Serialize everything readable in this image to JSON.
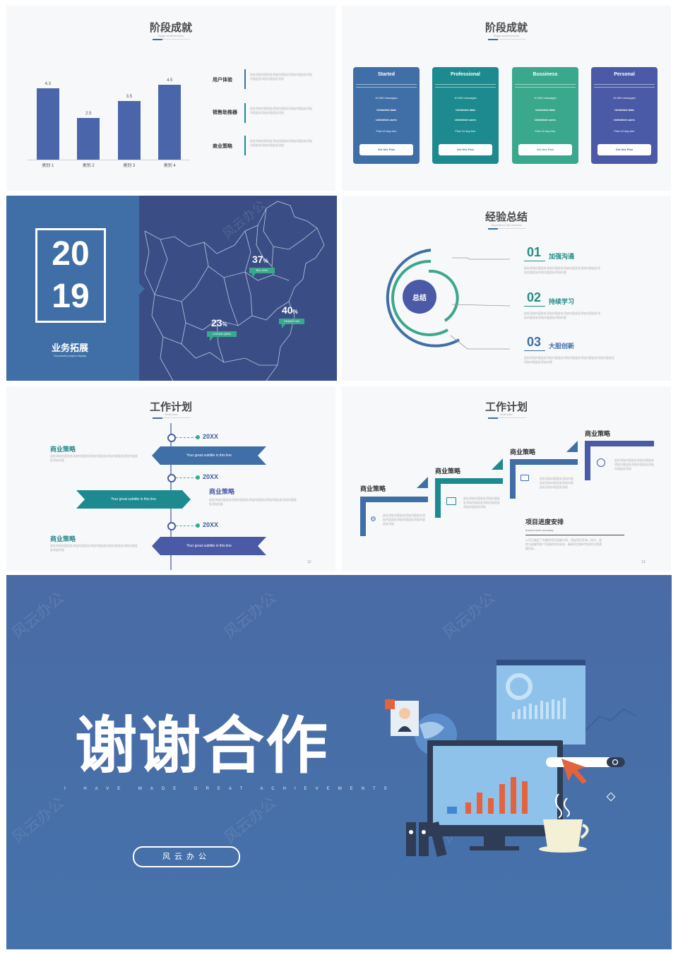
{
  "watermark": "风云办公",
  "slide1": {
    "title": "阶段成就",
    "subtitle": "Stage achievements",
    "chart_data": {
      "type": "bar",
      "categories": [
        "类别 1",
        "类别 2",
        "类别 3",
        "类别 4"
      ],
      "values": [
        4.3,
        2.5,
        3.5,
        4.5
      ],
      "ylim": [
        0,
        5
      ]
    },
    "items": [
      {
        "label": "用户体验",
        "desc": "此处添加内容此处添加内容此处添加内容此处添加内容此处添加内容此处添加"
      },
      {
        "label": "销售助推器",
        "desc": "此处添加内容此处添加内容此处添加内容此处添加内容此处添加内容此处添加"
      },
      {
        "label": "商业策略",
        "desc": "此处添加内容此处添加内容此处添加内容此处添加内容此处添加内容此处添加"
      }
    ]
  },
  "slide2": {
    "title": "阶段成就",
    "subtitle": "Stage achievements",
    "plans": [
      {
        "name": "Started",
        "color": "#3f6fa6",
        "r1": "10,000 messages",
        "r2": "Unlimited data",
        "r3": "Unlimited users",
        "r4": "First 10 day free",
        "btn": "Get this Plan"
      },
      {
        "name": "Professional",
        "color": "#1d8a8f",
        "r1": "10,000 messages",
        "r2": "Unlimited data",
        "r3": "Unlimited users",
        "r4": "First 10 day free",
        "btn": "Get this Plan"
      },
      {
        "name": "Bussiness",
        "color": "#3aa88c",
        "r1": "10,000 messages",
        "r2": "Unlimited data",
        "r3": "Unlimited users",
        "r4": "First 10 day free",
        "btn": "Get this Plan"
      },
      {
        "name": "Personal",
        "color": "#4a5aa6",
        "r1": "10,000 messages",
        "r2": "Unlimited data",
        "r3": "Unlimited users",
        "r4": "First 10 day free",
        "btn": "Get this Plan"
      }
    ]
  },
  "slide3": {
    "year_top": "20",
    "year_bottom": "19",
    "title": "业务拓展",
    "subtitle": "Successful project display",
    "markers": [
      {
        "pct": "37",
        "unit": "%",
        "city": "BEI JING"
      },
      {
        "pct": "23",
        "unit": "%",
        "city": "CHONG QING"
      },
      {
        "pct": "40",
        "unit": "%",
        "city": "SHANG HAI"
      }
    ]
  },
  "slide4": {
    "title": "经验总结",
    "subtitle": "Experience and Harvest",
    "center": "总结",
    "items": [
      {
        "num": "01",
        "title": "加强沟通",
        "desc": "此处添加内容此处添加内容此处添加内容此处添加内容此处添加内容此处添加内容此处添加内容"
      },
      {
        "num": "02",
        "title": "持续学习",
        "desc": "此处添加内容此处添加内容此处添加内容此处添加内容此处添加内容此处添加内容此处添加内容"
      },
      {
        "num": "03",
        "title": "大胆创新",
        "desc": "此处添加内容此处添加内容此处添加内容此处添加内容此处添加内容此处添加内容此处添加内容"
      }
    ]
  },
  "slide5": {
    "title": "工作计划",
    "subtitle": "Work plan",
    "page": "12",
    "years": [
      "20XX",
      "20XX",
      "20XX"
    ],
    "ribbons": [
      "Your great subtitle in this line",
      "Your great subtitle in this line",
      "Your great subtitle in this line"
    ],
    "blocks": [
      {
        "title": "商业策略",
        "desc": "此处添加内容此处添加内容此处添加内容此处添加内容此处添加内容此处添加内容"
      },
      {
        "title": "商业策略",
        "desc": "此处添加内容此处添加内容此处添加内容此处添加内容此处添加内容此处添加内容"
      },
      {
        "title": "商业策略",
        "desc": "此处添加内容此处添加内容此处添加内容此处添加内容此处添加内容此处添加内容"
      }
    ]
  },
  "slide6": {
    "title": "工作计划",
    "subtitle": "Work plan",
    "page": "13",
    "steps": [
      {
        "title": "商业策略",
        "desc": "此处添加内容此处添加内容此处添加内容此处添加内容此处添加内容此处添加"
      },
      {
        "title": "商业策略",
        "desc": "此处添加内容此处添加内容此处添加内容此处添加内容此处添加内容此处添加"
      },
      {
        "title": "商业策略",
        "desc": "此处添加内容此处添加内容此处添加内容此处添加内容此处添加内容此处添加"
      },
      {
        "title": "商业策略",
        "desc": "此处添加内容此处添加内容此处添加内容此处添加内容此处添加内容此处添加"
      }
    ],
    "schedule_title": "项目进度安排",
    "schedule_sub": "Annual work summary",
    "schedule_desc": "公司已制定了完善的项目进度计划，包括项目开始、执行、监控与收尾等各个阶段的时间安排，确保项目按时完成并达到预期目标。"
  },
  "slide7": {
    "title": "谢谢合作",
    "subtitle": "I HAVE MADE GREAT ACHIEVEMENTS",
    "button": "风云办公"
  }
}
